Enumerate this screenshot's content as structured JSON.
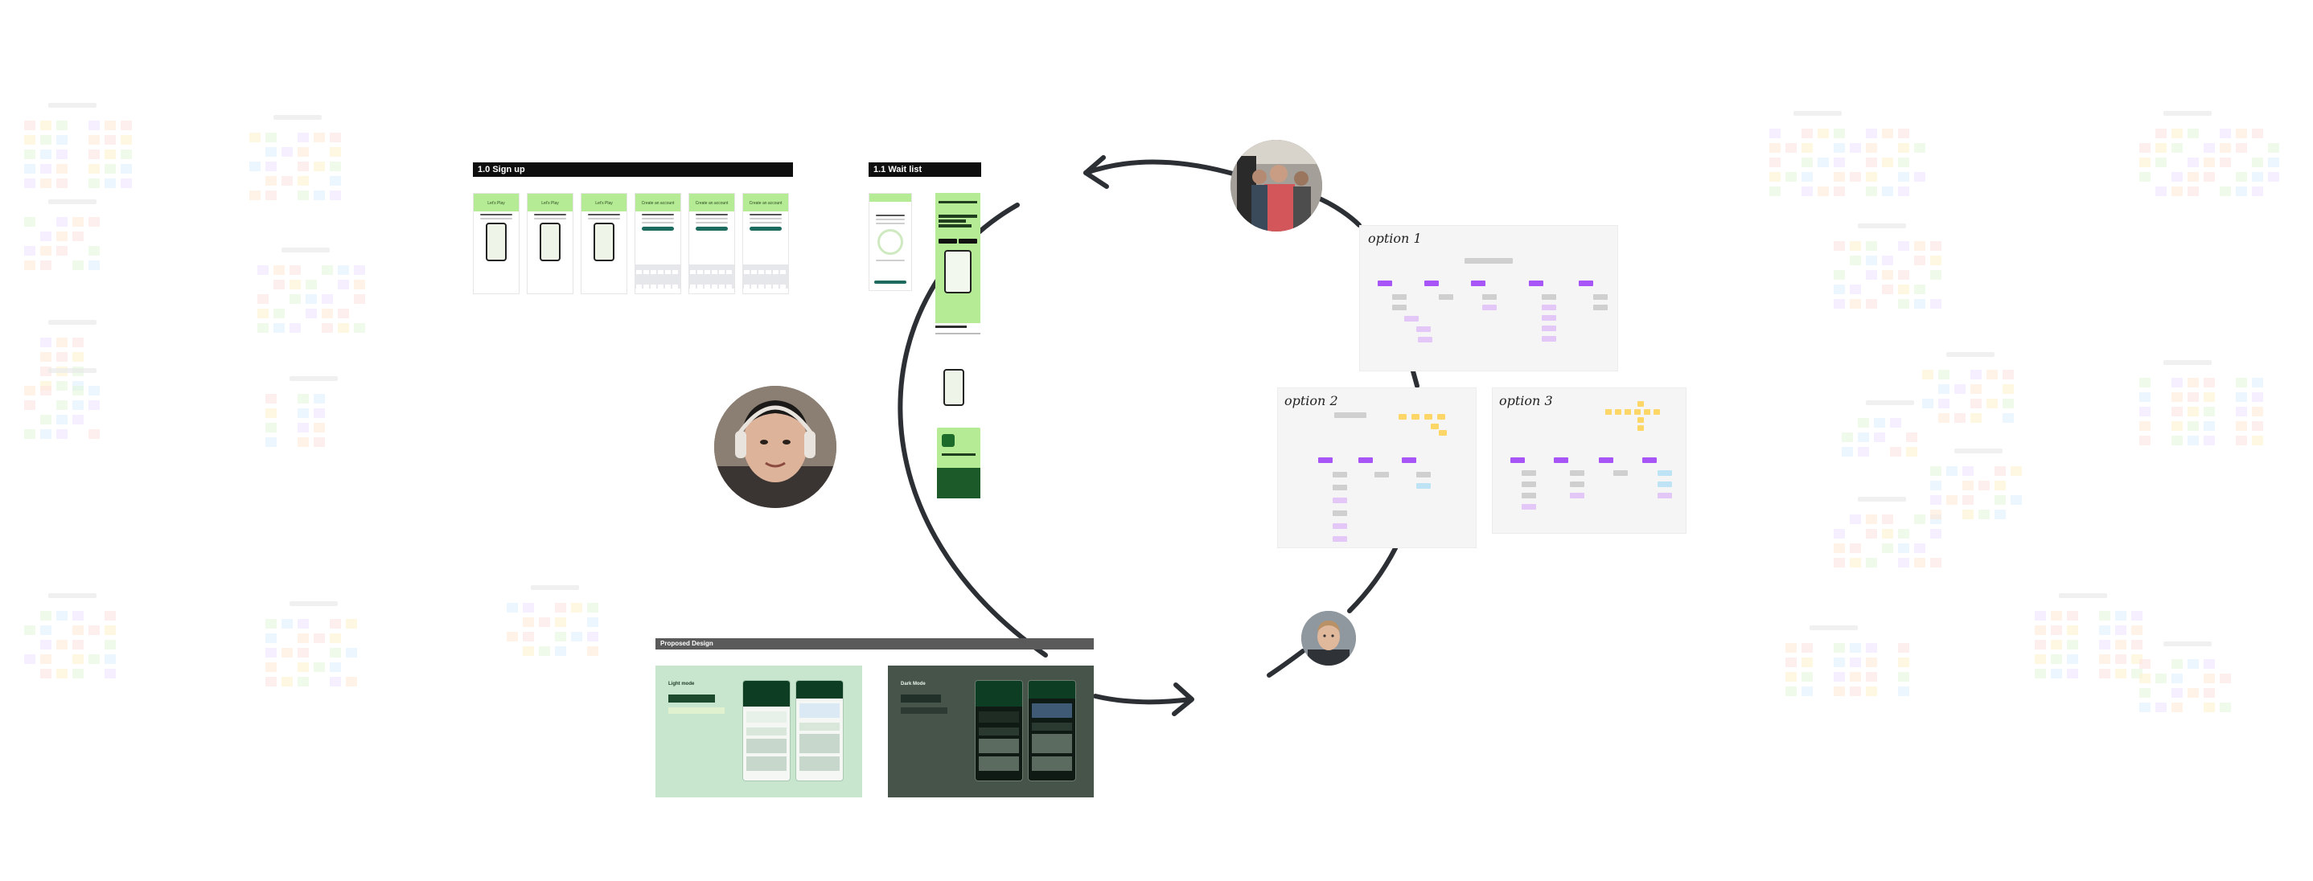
{
  "canvas": {
    "background": "#ffffff",
    "accent_green": "#b6eb96",
    "arrow_color": "#2c3035",
    "purple": "#a855f7"
  },
  "sections": {
    "signup": {
      "title": "1.0 Sign up",
      "screens": [
        "Let's Play",
        "Let's Play",
        "Let's Play",
        "Create an account",
        "Create an account",
        "Create an account"
      ]
    },
    "waitlist": {
      "title": "1.1 Wait list"
    },
    "proposed": {
      "title": "Proposed Design",
      "light_label": "Light mode",
      "dark_label": "Dark Mode"
    }
  },
  "options": [
    {
      "title": "option 1"
    },
    {
      "title": "option 2"
    },
    {
      "title": "option 3"
    }
  ],
  "avatars": [
    {
      "name": "participant-group-photo"
    },
    {
      "name": "participant-headphones"
    },
    {
      "name": "participant-portrait"
    }
  ],
  "icons": {
    "arrow_top": "arrow-left-icon",
    "arrow_bottom": "arrow-right-icon"
  }
}
